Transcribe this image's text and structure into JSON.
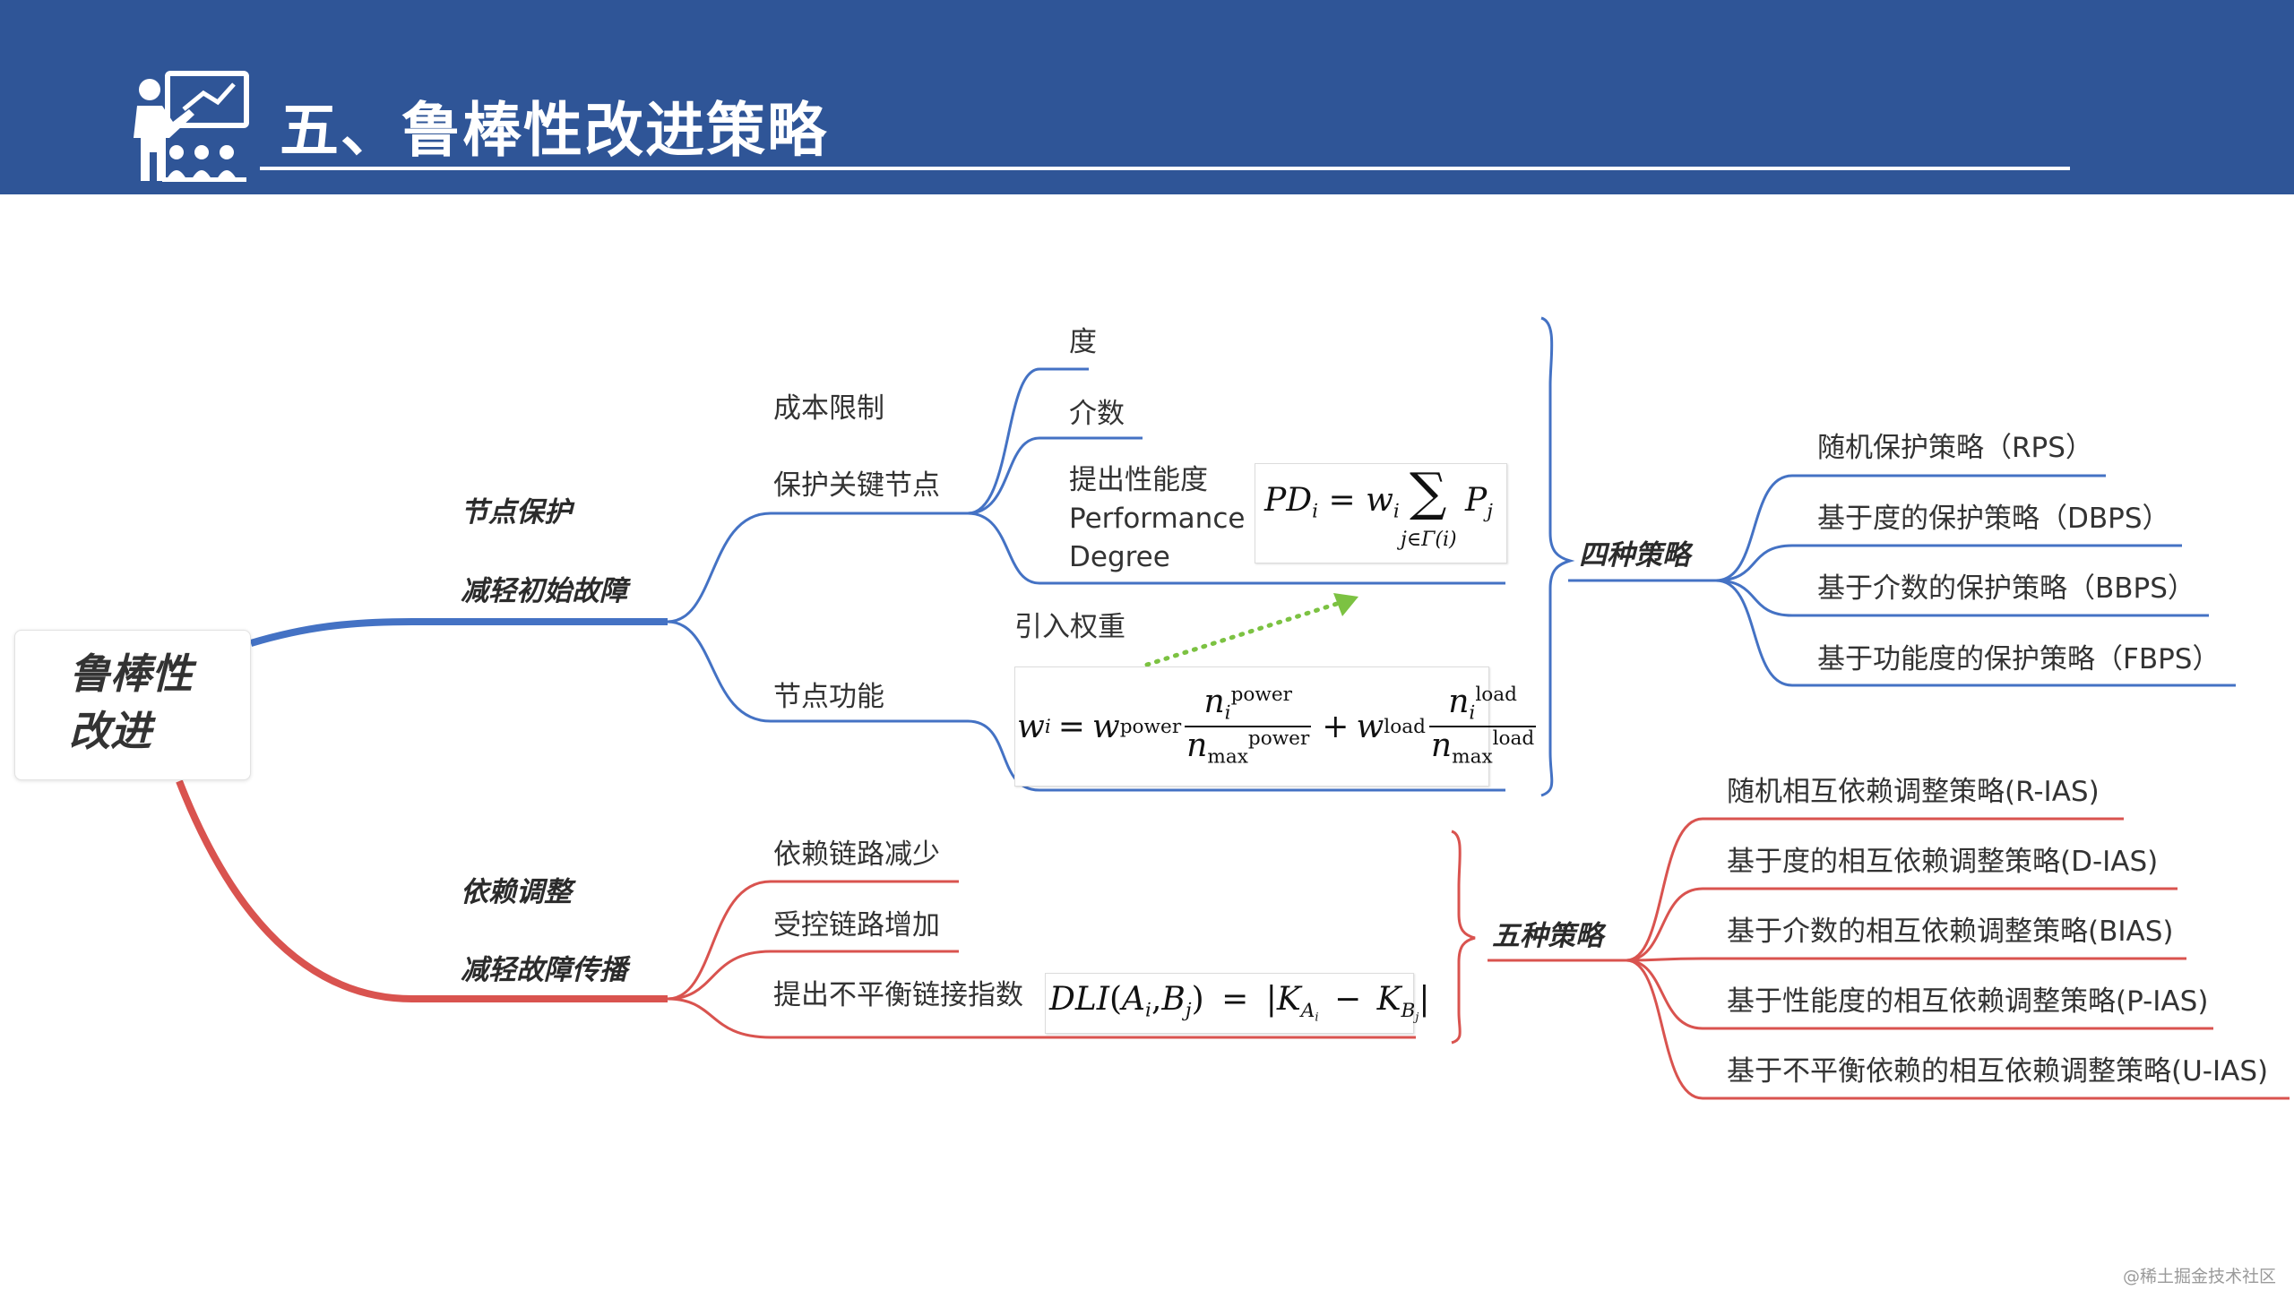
{
  "header": {
    "title": "五、鲁棒性改进策略",
    "icon": "teacher-presentation-icon"
  },
  "colors": {
    "header_bg": "#2f5597",
    "blue_branch": "#4472c4",
    "red_branch": "#d9534f",
    "green_arrow": "#7cc242"
  },
  "root": {
    "line1": "鲁棒性",
    "line2": "改进"
  },
  "node_protection": {
    "title": "节点保护",
    "subtitle": "减轻初始故障",
    "cost_limit": "成本限制",
    "protect_key": "保护关键节点",
    "key_children": {
      "degree": "度",
      "betweenness": "介数",
      "perf_line1": "提出性能度",
      "perf_line2": "Performance",
      "perf_line3": "Degree"
    },
    "node_function": "节点功能",
    "introduce_weight": "引入权重",
    "four_strategies": {
      "title": "四种策略",
      "items": [
        "随机保护策略（RPS）",
        "基于度的保护策略（DBPS）",
        "基于介数的保护策略（BBPS）",
        "基于功能度的保护策略（FBPS）"
      ]
    }
  },
  "dependency": {
    "title": "依赖调整",
    "subtitle": "减轻故障传播",
    "children": {
      "reduce": "依赖链路减少",
      "increase": "受控链路增加",
      "imbalance": "提出不平衡链接指数"
    },
    "five_strategies": {
      "title": "五种策略",
      "items": [
        "随机相互依赖调整策略(R-IAS)",
        "基于度的相互依赖调整策略(D-IAS)",
        "基于介数的相互依赖调整策略(BIAS)",
        "基于性能度的相互依赖调整策略(P-IAS)",
        "基于不平衡依赖的相互依赖调整策略(U-IAS)"
      ]
    }
  },
  "formulas": {
    "pd": {
      "lhs": "PD",
      "lhs_sub": "i",
      "eq": "=",
      "w": "w",
      "w_sub": "i",
      "sum": "∑",
      "sum_sub": "j∈Γ(i)",
      "p": "P",
      "p_sub": "j"
    },
    "weight": {
      "w": "w",
      "w_sub": "i",
      "eq": "=",
      "w1": "w",
      "w1_sup": "power",
      "n1": "n",
      "n1_sub": "i",
      "n1_sup": "power",
      "d1": "n",
      "d1_sub": "max",
      "d1_sup": "power",
      "plus": "+",
      "w2": "w",
      "w2_sup": "load",
      "n2": "n",
      "n2_sub": "i",
      "n2_sup": "load",
      "d2": "n",
      "d2_sub": "max",
      "d2_sup": "load"
    },
    "dli": {
      "name": "DLI",
      "open": "(",
      "a": "A",
      "a_sub": "i",
      "comma": ",",
      "b": "B",
      "b_sub": "j",
      "close": ")",
      "eq": "=",
      "bar": "|",
      "k1": "K",
      "k1_sub": "A",
      "k1_subsub": "i",
      "minus": "−",
      "k2": "K",
      "k2_sub": "B",
      "k2_subsub": "j"
    }
  },
  "watermark": "@稀土掘金技术社区"
}
